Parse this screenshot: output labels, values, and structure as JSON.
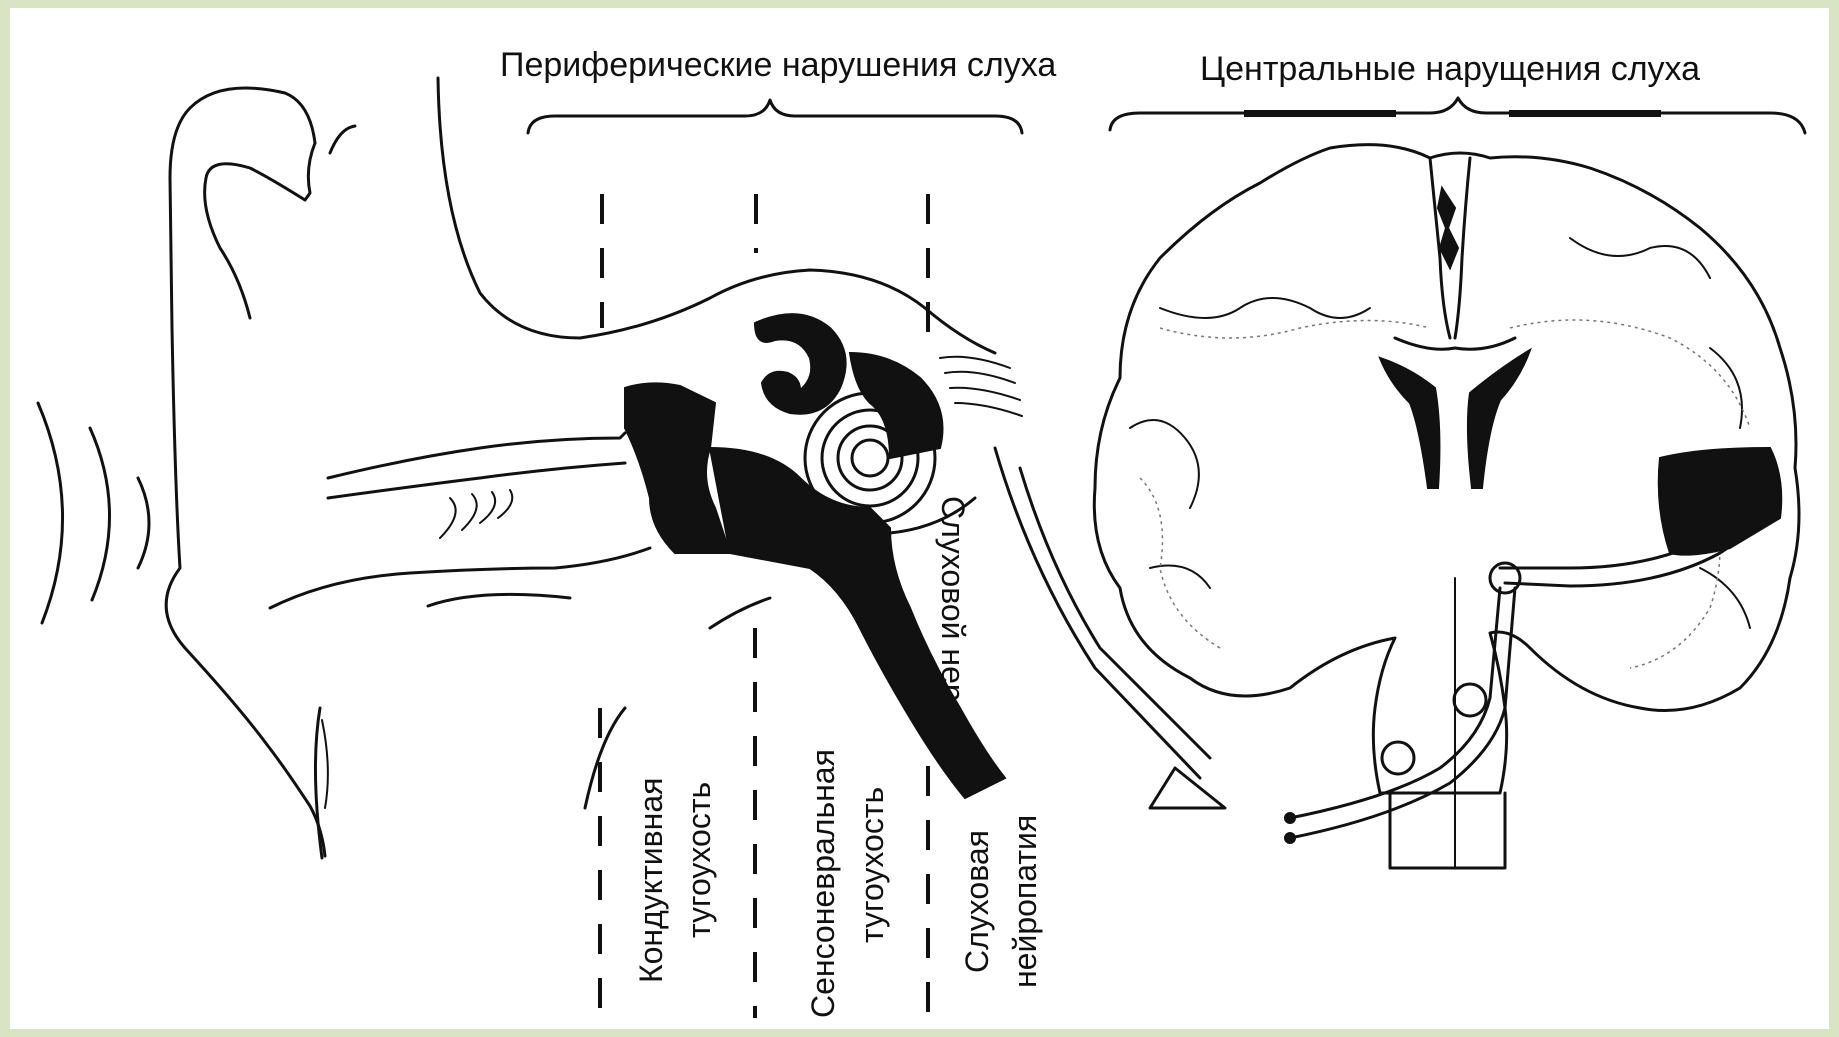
{
  "diagram": {
    "headers": {
      "peripheral": "Периферические нарушения слуха",
      "central": "Центральные нарущения слуха"
    },
    "labels": {
      "nerve": "Слуховой нерв",
      "conductive_line1": "Кондуктивная",
      "conductive_line2": "тугоухость",
      "sensorineural_line1": "Сенсоневральная",
      "sensorineural_line2": "тугоухость",
      "neuropathy_line1": "Слуховая",
      "neuropathy_line2": "нейропатия"
    },
    "colors": {
      "background": "#d9e4c4",
      "canvas": "#ffffff",
      "ink": "#111111"
    }
  }
}
